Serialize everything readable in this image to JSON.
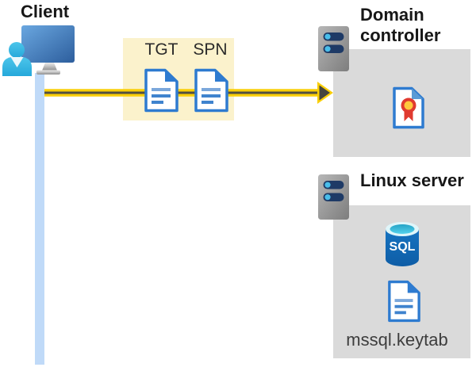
{
  "client": {
    "label": "Client"
  },
  "tickets": {
    "tgt": "TGT",
    "spn": "SPN"
  },
  "domain_controller": {
    "label": "Domain controller"
  },
  "linux_server": {
    "label": "Linux server",
    "sql": "SQL",
    "keytab": "mssql.keytab"
  },
  "icons": {
    "client": "person-at-monitor-icon",
    "domain_controller": "server-tower-icon",
    "linux_server": "server-tower-icon",
    "tgt": "document-icon",
    "spn": "document-icon",
    "certificate": "certificate-icon",
    "database": "sql-database-icon",
    "keytab": "document-icon",
    "flow": "arrow-right-icon"
  },
  "colors": {
    "ticket_box_bg": "#fbf2cc",
    "panel_bg": "#dadada",
    "arrow_yellow": "#facf08",
    "arrow_core": "#514f42",
    "timeline_blue": "#c0daf8",
    "doc_border_blue": "#2e7bd0",
    "doc_line_blue": "#4a8bd4",
    "person_cyan": "#3bbde7",
    "monitor_blue": "#4b8cc9",
    "server_gray": "#9b9b9b",
    "slot_navy": "#1e3a66",
    "dot_cyan": "#49beea",
    "sql_blue": "#1169be",
    "sql_top_cyan": "#2fb3d6",
    "cert_red": "#e03a2f",
    "cert_yellow": "#ffc83d"
  }
}
